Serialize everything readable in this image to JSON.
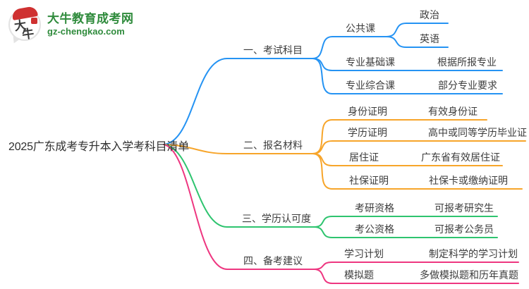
{
  "logo": {
    "badge_char_1": "大",
    "badge_char_2": "牛",
    "site_name": "大牛教育成考网",
    "site_url": "gz-chengkao.com",
    "brand_color": "#2f8b3c",
    "seal_color": "#cf3131"
  },
  "root": {
    "title": "2025广东成考专升本入学考科目清单",
    "text_color": "#2e2e2e"
  },
  "branches": [
    {
      "label": "一、考试科目",
      "color": "#2593F3",
      "children": [
        {
          "label": "公共课",
          "children": [
            {
              "label": "政治"
            },
            {
              "label": "英语"
            }
          ]
        },
        {
          "label": "专业基础课",
          "value": "根据所报专业"
        },
        {
          "label": "专业综合课",
          "value": "部分专业要求"
        }
      ]
    },
    {
      "label": "二、报名材料",
      "color": "#F7A52A",
      "children": [
        {
          "label": "身份证明",
          "value": "有效身份证"
        },
        {
          "label": "学历证明",
          "value": "高中或同等学历毕业证"
        },
        {
          "label": "居住证",
          "value": "广东省有效居住证"
        },
        {
          "label": "社保证明",
          "value": "社保卡或缴纳证明"
        }
      ]
    },
    {
      "label": "三、学历认可度",
      "color": "#2EC46F",
      "children": [
        {
          "label": "考研资格",
          "value": "可报考研究生"
        },
        {
          "label": "考公资格",
          "value": "可报考公务员"
        }
      ]
    },
    {
      "label": "四、备考建议",
      "color": "#EE3680",
      "children": [
        {
          "label": "学习计划",
          "value": "制定科学的学习计划"
        },
        {
          "label": "模拟题",
          "value": "多做模拟题和历年真题"
        }
      ]
    }
  ]
}
